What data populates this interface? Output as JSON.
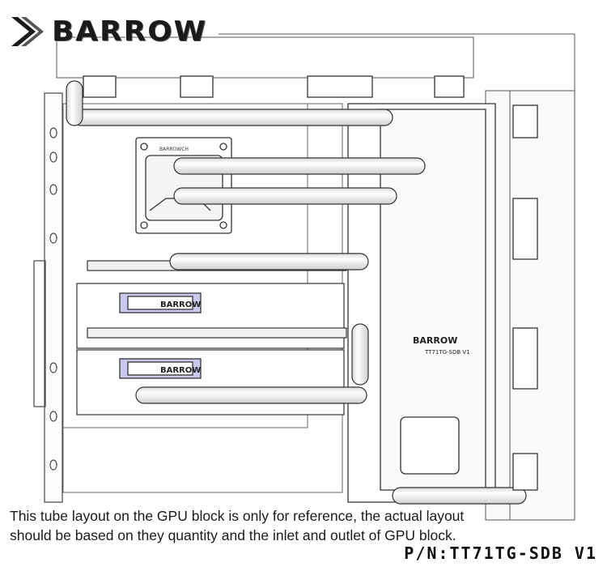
{
  "brand": {
    "name": "BARROW",
    "icon": "chevron-logo-icon"
  },
  "diagram": {
    "small_logo_text": "BARROW",
    "reservoir_part": "TT71TG-SDB V1",
    "cpu_block_label": "BARROWCH"
  },
  "note": {
    "line1": "This tube layout on the GPU block is only for reference, the actual layout",
    "line2": "should be based on they quantity and the inlet and outlet of GPU block."
  },
  "part_number": "P/N:TT71TG-SDB V1",
  "colors": {
    "line": "#444444",
    "tube": "#f2f2f2",
    "accent_block": "#c9c9ee"
  }
}
